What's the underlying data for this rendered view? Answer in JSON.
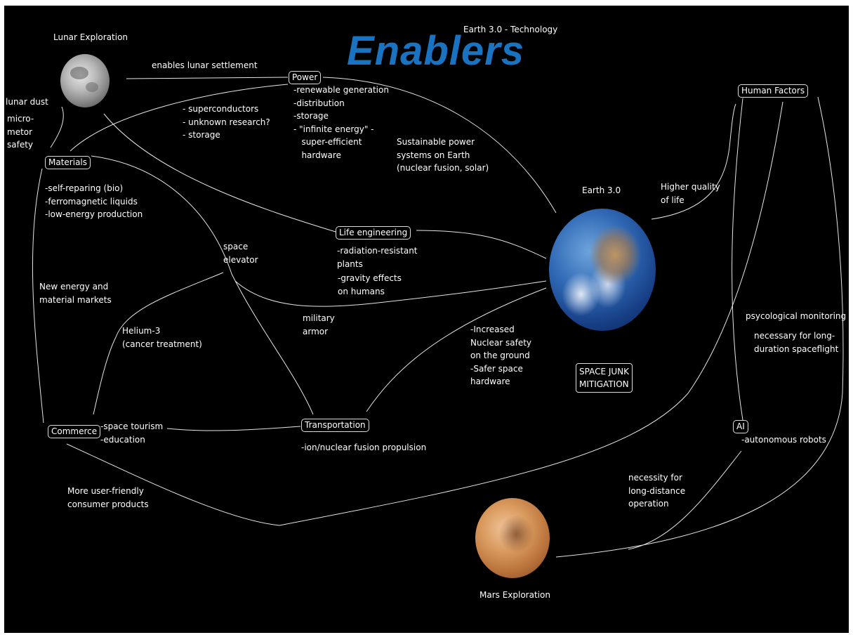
{
  "header": {
    "title": "Enablers",
    "subtitle": "Earth 3.0 - Technology"
  },
  "colors": {
    "background": "#000000",
    "title": "#1a73c0",
    "text": "#ffffff",
    "link": "#e6e6e6"
  },
  "planets": {
    "moon": {
      "label": "Lunar Exploration",
      "icon": "moon-icon"
    },
    "earth": {
      "label": "Earth 3.0",
      "icon": "earth-icon"
    },
    "mars": {
      "label": "Mars Exploration",
      "icon": "mars-icon"
    }
  },
  "nodes": {
    "power": "Power",
    "materials": "Materials",
    "life": "Life engineering",
    "transportation": "Transportation",
    "commerce": "Commerce",
    "human": "Human Factors",
    "ai": "AI"
  },
  "notes": {
    "lunar_settlement": "enables lunar settlement",
    "lunar_dust": "lunar dust",
    "micrometor": "micro-\nmetor\nsafety",
    "power_list": "-renewable generation\n-distribution\n-storage\n- \"infinite energy\" -\n   super-efficient\n   hardware",
    "superconductors": "- superconductors\n- unknown research?\n- storage",
    "sustainable": "Sustainable power\nsystems on Earth\n(nuclear fusion, solar)",
    "materials_list": "-self-reparing (bio)\n-ferromagnetic liquids\n-low-energy production",
    "space_elevator": "space\nelevator",
    "life_list": "-radiation-resistant\nplants",
    "gravity": "-gravity effects\non humans",
    "new_energy": "New energy and\nmaterial markets",
    "helium": "Helium-3\n(cancer treatment)",
    "military": "military\narmor",
    "nuclear_safety": "-Increased\nNuclear safety\non the ground\n-Safer space\nhardware",
    "space_junk": "SPACE JUNK\nMITIGATION",
    "higher_quality": "Higher quality\nof life",
    "psych": "psycological monitoring",
    "long_duration": "necessary for long-\nduration spaceflight",
    "commerce_list": "-space tourism\n-education",
    "propulsion": "-ion/nuclear fusion propulsion",
    "autonomous": "-autonomous robots",
    "long_distance": "necessity for\nlong-distance\noperation",
    "consumer": "More user-friendly\nconsumer products"
  }
}
